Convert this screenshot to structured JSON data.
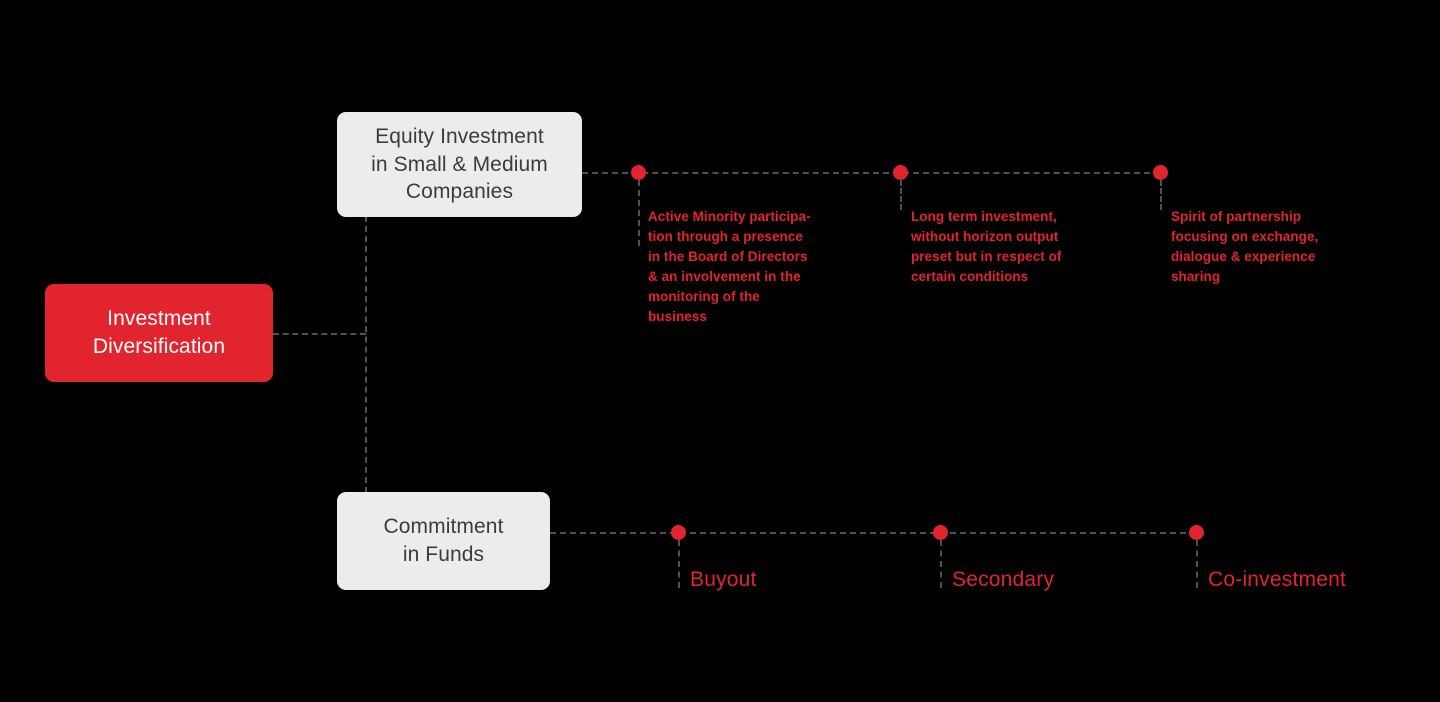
{
  "diagram": {
    "title": "Investment Diversification",
    "colors": {
      "accent_red": "#E1242E",
      "box_gray": "#ECECEC",
      "box_text": "#3C3C3C",
      "connector_gray": "#4A5357",
      "background": "#000000",
      "root_text": "#FFFFFF"
    },
    "root": {
      "label": "Investment\nDiversification"
    },
    "branches": [
      {
        "id": "equity-investment",
        "label": "Equity Investment\nin Small & Medium\nCompanies",
        "nodes": [
          {
            "id": "active-minority-participation",
            "text": "Active Minority participa-\ntion through a presence\nin the Board of Directors\n& an involvement in the\nmonitoring of the\nbusiness"
          },
          {
            "id": "long-term-investment",
            "text": "Long term investment,\nwithout horizon output\npreset but in respect of\ncertain conditions"
          },
          {
            "id": "spirit-of-partnership",
            "text": "Spirit of partnership\nfocusing on exchange,\ndialogue & experience\nsharing"
          }
        ]
      },
      {
        "id": "commitment-in-funds",
        "label": "Commitment\nin Funds",
        "nodes": [
          {
            "id": "buyout",
            "text": "Buyout"
          },
          {
            "id": "secondary",
            "text": "Secondary"
          },
          {
            "id": "co-investment",
            "text": "Co-investment"
          }
        ]
      }
    ]
  }
}
